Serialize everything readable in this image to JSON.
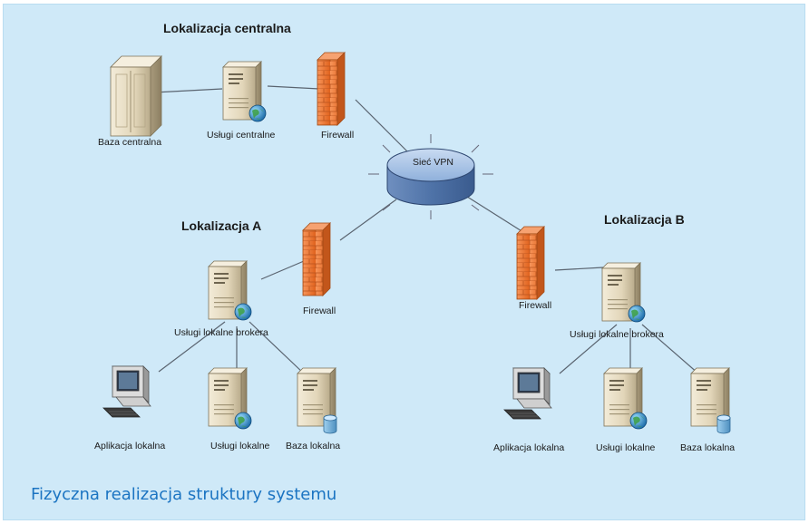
{
  "diagram": {
    "caption": "Fizyczna realizacja struktury systemu",
    "central": {
      "title": "Lokalizacja centralna",
      "database_label": "Baza centralna",
      "services_label": "Usługi centralne",
      "firewall_label": "Firewall"
    },
    "vpn_label": "Sieć VPN",
    "site_a": {
      "title": "Lokalizacja A",
      "firewall_label": "Firewall",
      "broker_label": "Usługi lokalne brokera",
      "app_label": "Aplikacja lokalna",
      "services_label": "Usługi lokalne",
      "database_label": "Baza lokalna"
    },
    "site_b": {
      "title": "Lokalizacja B",
      "firewall_label": "Firewall",
      "broker_label": "Usługi lokalne brokera",
      "app_label": "Aplikacja lokalna",
      "services_label": "Usługi lokalne",
      "database_label": "Baza lokalna"
    },
    "colors": {
      "background": "#cfe9f8",
      "caption": "#1b74c2",
      "firewall": "#f07a2a",
      "server": "#e6dcc4",
      "vpn": "#6f8fbf",
      "line": "#5a6470"
    },
    "icons": [
      "server-icon",
      "database-server-icon",
      "firewall-icon",
      "vpn-router-icon",
      "workstation-icon",
      "globe-icon",
      "database-icon"
    ]
  }
}
